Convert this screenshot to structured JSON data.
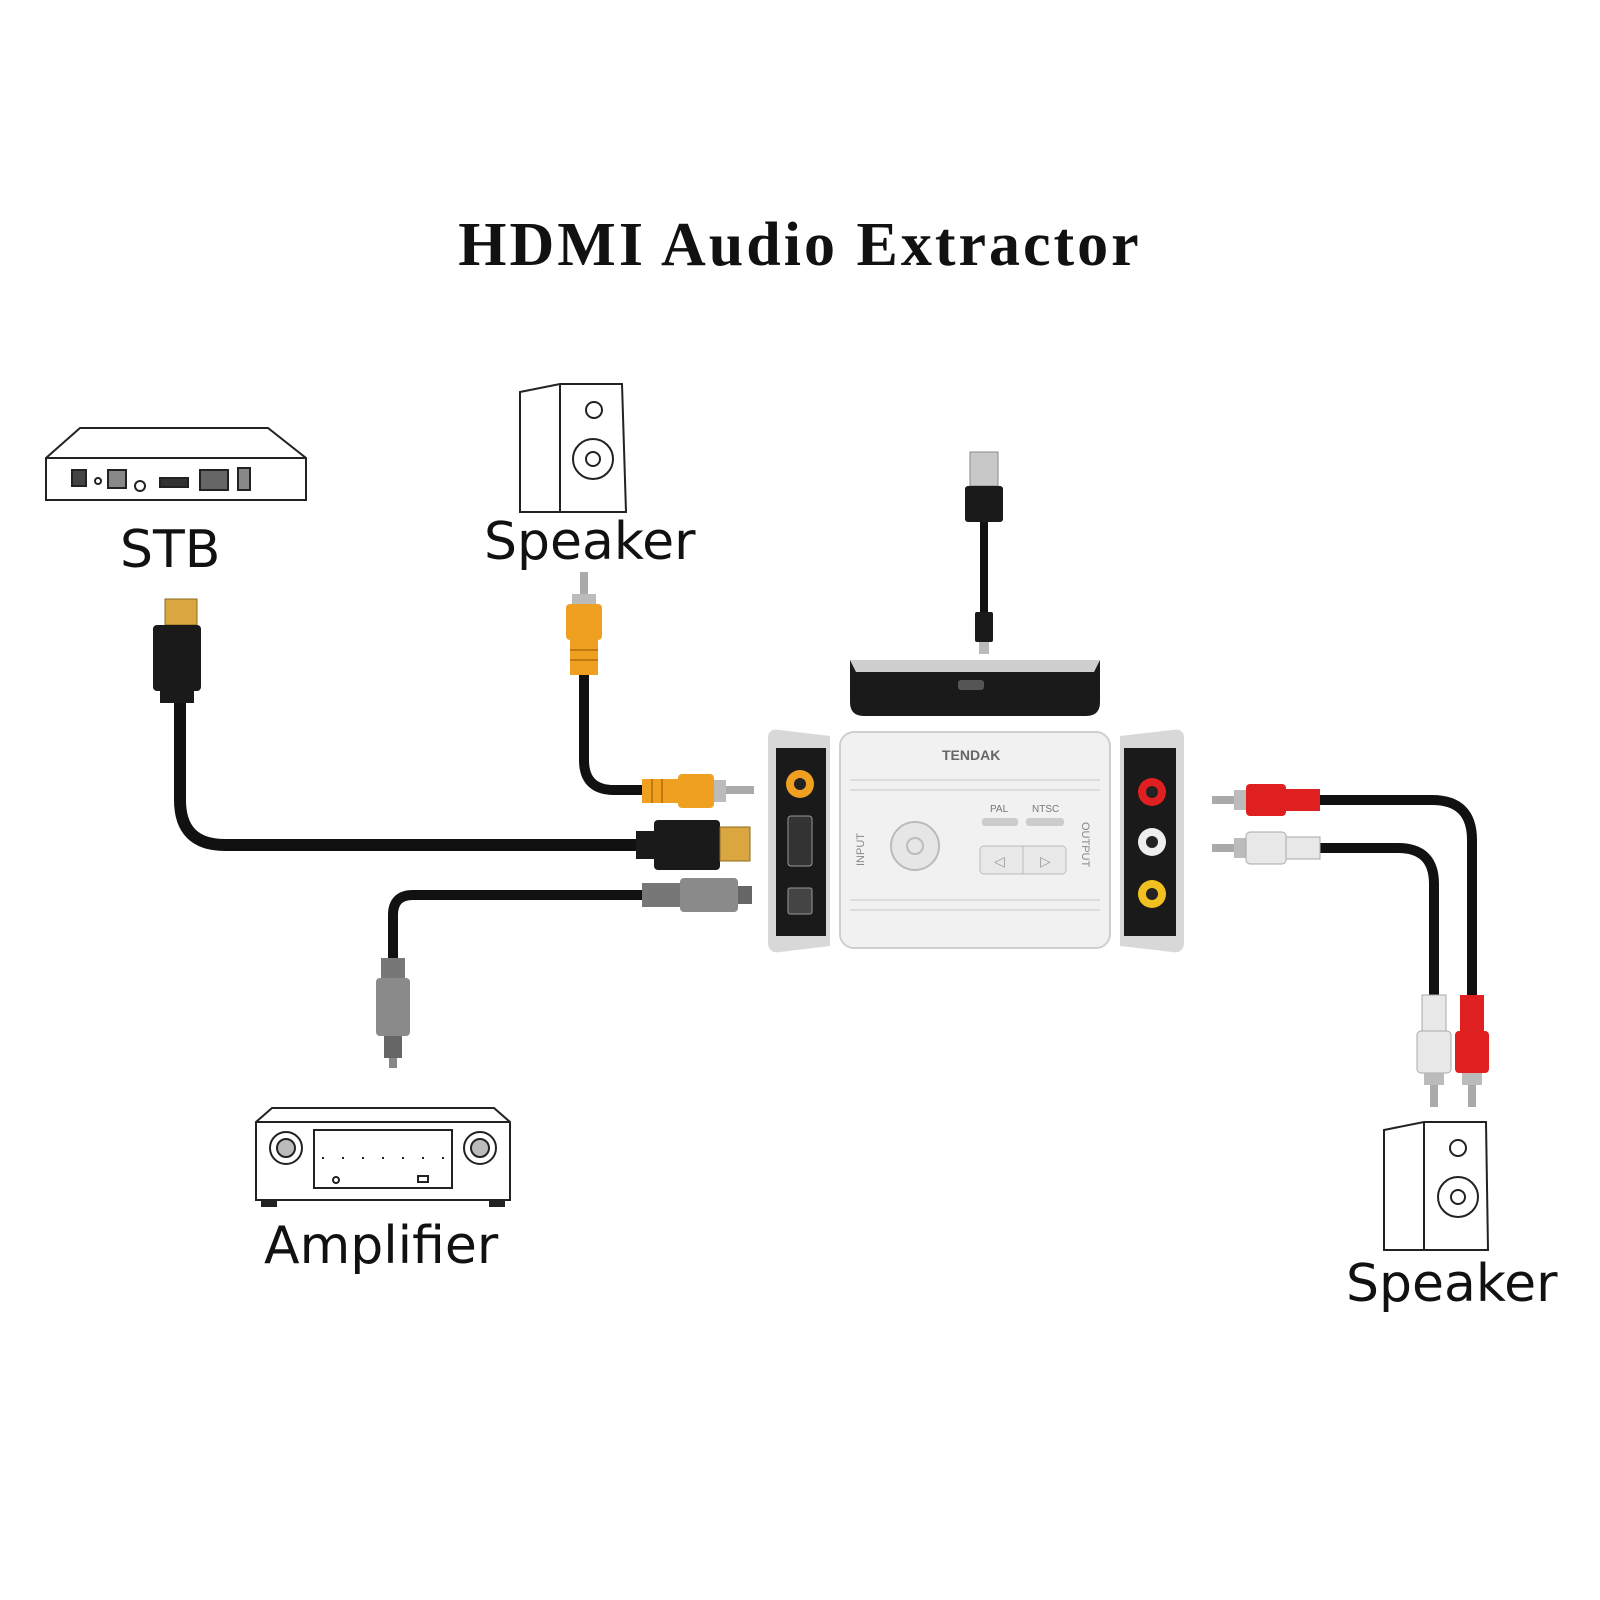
{
  "title": "HDMI Audio Extractor",
  "devices": {
    "stb": {
      "label": "STB",
      "icon": "set-top-box-icon"
    },
    "speaker_top": {
      "label": "Speaker",
      "icon": "speaker-icon"
    },
    "amplifier": {
      "label": "Amplifier",
      "icon": "amplifier-icon"
    },
    "speaker_right": {
      "label": "Speaker",
      "icon": "speaker-icon"
    }
  },
  "extractor": {
    "brand": "TENDAK",
    "input_label": "INPUT",
    "output_label": "OUTPUT",
    "pal_label": "PAL",
    "ntsc_label": "NTSC"
  },
  "cables": [
    {
      "name": "hdmi-cable",
      "color": "#1a1a1a",
      "connector": "HDMI"
    },
    {
      "name": "coaxial-cable",
      "color": "#f0a020",
      "connector": "RCA"
    },
    {
      "name": "optical-cable",
      "color": "#808080",
      "connector": "Toslink"
    },
    {
      "name": "usb-power-cable",
      "color": "#1a1a1a",
      "connector": "USB"
    },
    {
      "name": "rca-red-cable",
      "color": "#e02020",
      "connector": "RCA"
    },
    {
      "name": "rca-white-cable",
      "color": "#e8e8e8",
      "connector": "RCA"
    }
  ]
}
